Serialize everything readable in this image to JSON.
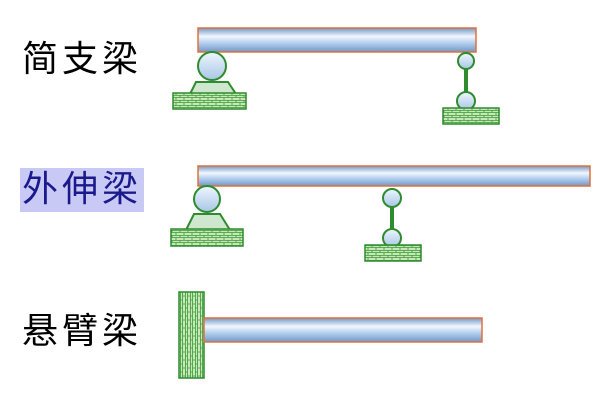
{
  "beam_types": [
    {
      "label": "简支梁",
      "highlighted": false
    },
    {
      "label": "外伸梁",
      "highlighted": true
    },
    {
      "label": "悬臂梁",
      "highlighted": false
    }
  ],
  "colors": {
    "beam_outline": "#e2703a",
    "beam_light": "#f2f7ff",
    "beam_mid": "#b9d2f0",
    "beam_dark": "#6f98c8",
    "support_stroke": "#2e8b2e",
    "support_fill": "#cfe6cf",
    "wall_fill": "#c8e8b8",
    "label_highlight_bg": "#c9c9f5"
  },
  "icons": [
    "pin-support-icon",
    "roller-support-icon",
    "fixed-wall-icon",
    "brick-ground-icon"
  ]
}
